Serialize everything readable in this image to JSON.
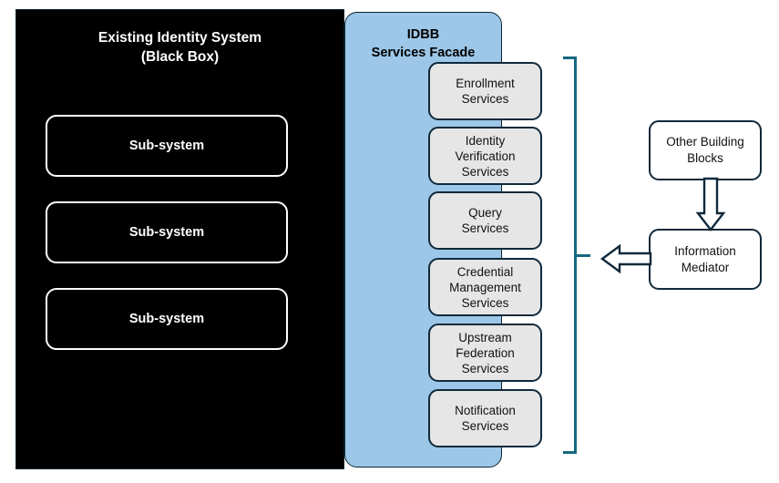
{
  "diagram": {
    "title": "IDBB Services Facade architecture",
    "colors": {
      "black_box_fill": "#000000",
      "facade_fill": "#9dc7e8",
      "service_fill": "#e6e6e6",
      "stroke_dark": "#10293a",
      "bracket": "#13687f",
      "white": "#ffffff"
    }
  },
  "black_box": {
    "title": "Existing Identity System\n(Black Box)",
    "subsystems": [
      {
        "label": "Sub-system"
      },
      {
        "label": "Sub-system"
      },
      {
        "label": "Sub-system"
      }
    ]
  },
  "facade": {
    "title": "IDBB\nServices Facade",
    "services": [
      {
        "label": "Enrollment\nServices"
      },
      {
        "label": "Identity\nVerification\nServices"
      },
      {
        "label": "Query\nServices"
      },
      {
        "label": "Credential\nManagement\nServices"
      },
      {
        "label": "Upstream\nFederation\nServices"
      },
      {
        "label": "Notification\nServices"
      }
    ]
  },
  "right_side": {
    "other_building_blocks": "Other Building\nBlocks",
    "information_mediator": "Information\nMediator"
  },
  "connectors": {
    "bracket_label": "services-bracket",
    "arrow_down_label": "other-blocks-to-mediator",
    "arrow_left_label": "mediator-to-facade"
  }
}
